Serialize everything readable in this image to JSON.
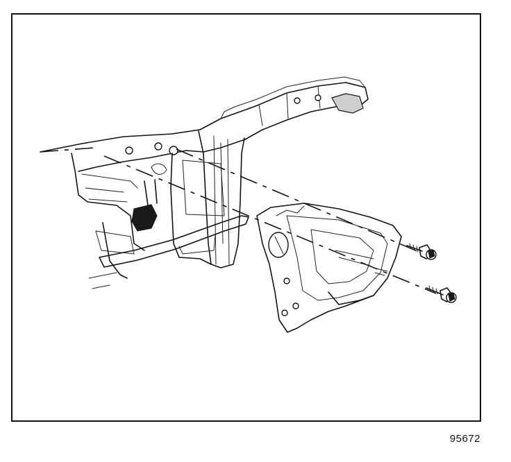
{
  "figure": {
    "number": "95672",
    "components": [
      {
        "name": "instrument-panel-carrier",
        "icon": "frame-icon"
      },
      {
        "name": "mounting-bracket",
        "icon": "bracket-icon"
      },
      {
        "name": "bolt-upper",
        "icon": "bolt-icon"
      },
      {
        "name": "bolt-lower",
        "icon": "bolt-icon"
      },
      {
        "name": "alignment-lines",
        "icon": "dashed-line-icon"
      }
    ],
    "line_color": "#111111",
    "background_color": "#ffffff"
  }
}
